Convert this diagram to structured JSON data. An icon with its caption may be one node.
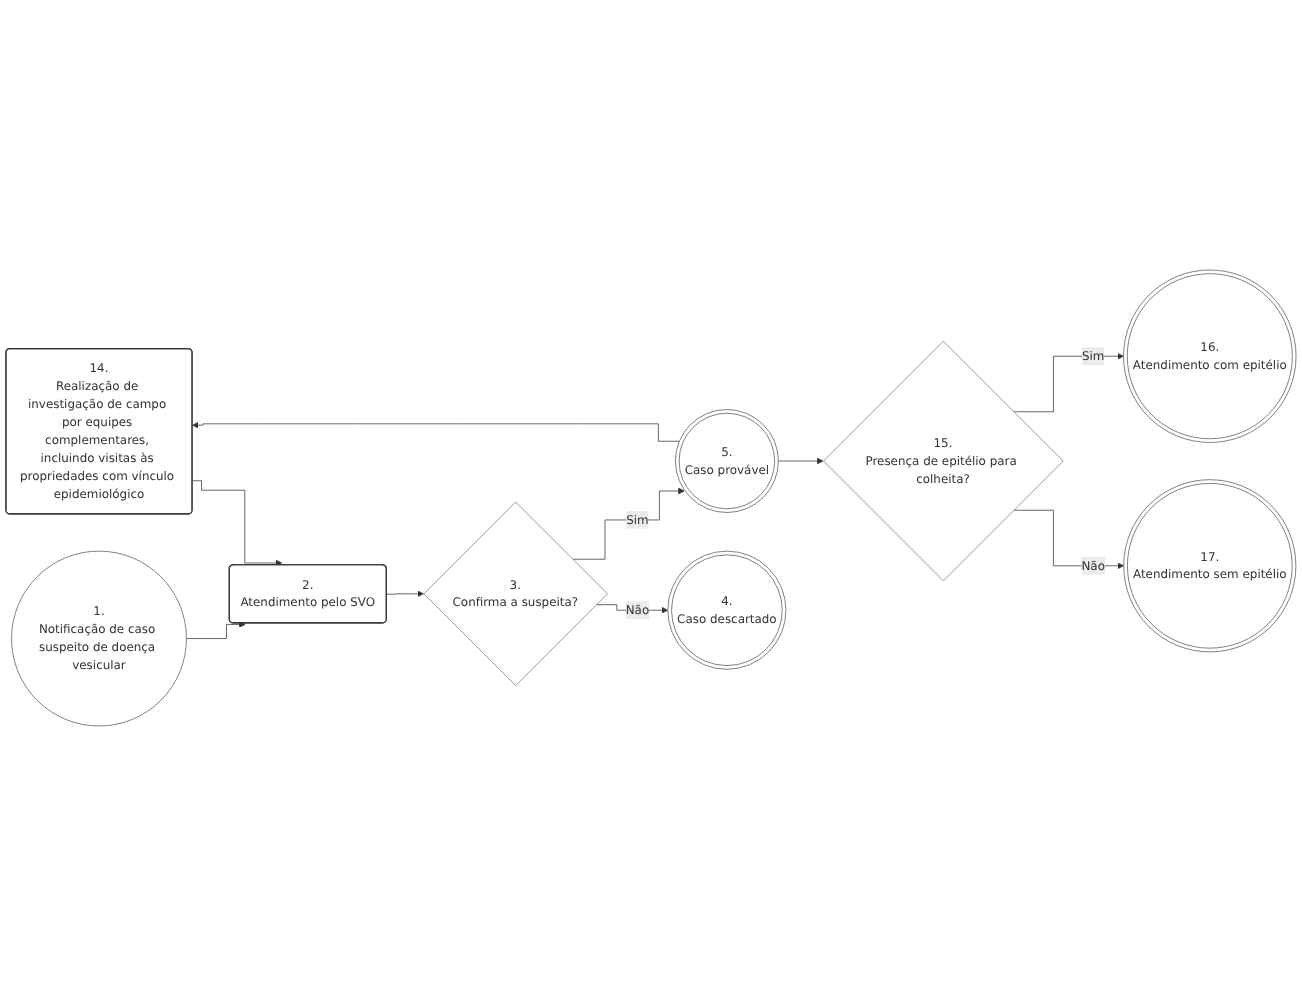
{
  "diagram": {
    "nodes": [
      {
        "text": [
          "14.",
          "Realização de investigação de campo por equipes complementares, incluindo visitas às propriedades com vínculo epidemiológico"
        ]
      },
      {
        "text": [
          "16.",
          "Atendimento com epitélio"
        ]
      },
      {
        "text": [
          "5.",
          "Caso provável"
        ]
      },
      {
        "text": [
          "15.",
          "Presença de epitélio para colheita?"
        ]
      },
      {
        "text": [
          "1.",
          "Notificação de caso suspeito de doença vesicular"
        ]
      },
      {
        "text": [
          "2.",
          "Atendimento pelo SVO"
        ]
      },
      {
        "text": [
          "3.",
          "Confirma a suspeita?"
        ]
      },
      {
        "text": [
          "17.",
          "Atendimento sem epitélio"
        ]
      },
      {
        "text": [
          "4.",
          "Caso descartado"
        ]
      }
    ],
    "edges": [
      {
        "from": 4,
        "to": 5,
        "arrow": "to"
      },
      {
        "from": 5,
        "to": 6,
        "arrow": "to"
      },
      {
        "from": 6,
        "to": 2,
        "label": "Sim",
        "arrow": "to"
      },
      {
        "from": 6,
        "to": 8,
        "label": "Não",
        "arrow": "to"
      },
      {
        "from": 2,
        "to": 0,
        "arrow": "to"
      },
      {
        "from": 0,
        "to": 5,
        "arrow": "to"
      },
      {
        "from": 2,
        "to": 3,
        "arrow": "to"
      },
      {
        "from": 3,
        "to": 1,
        "label": "Sim",
        "arrow": "to"
      },
      {
        "from": 3,
        "to": 7,
        "label": "Não",
        "arrow": "to"
      }
    ]
  }
}
